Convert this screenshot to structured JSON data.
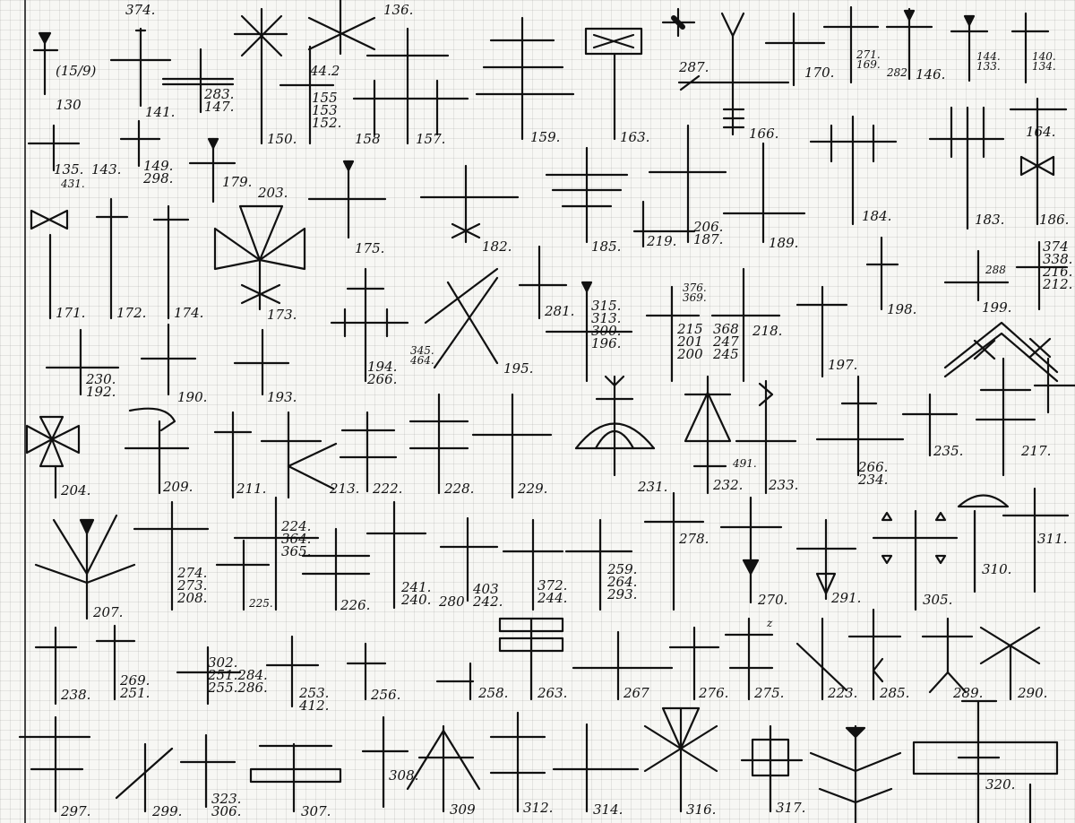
{
  "catalog": {
    "labels": [
      {
        "id": "130",
        "text": "130"
      },
      {
        "id": "15-9",
        "text": "(15/9)"
      },
      {
        "id": "141",
        "text": "141."
      },
      {
        "id": "283-147",
        "text": "283.\n147."
      },
      {
        "id": "150",
        "text": "150."
      },
      {
        "id": "44-2",
        "text": "44.2"
      },
      {
        "id": "155-153-152",
        "text": "155\n153\n152."
      },
      {
        "id": "158",
        "text": "158"
      },
      {
        "id": "157",
        "text": "157."
      },
      {
        "id": "136",
        "text": "136."
      },
      {
        "id": "374-top",
        "text": "374."
      },
      {
        "id": "159",
        "text": "159."
      },
      {
        "id": "163",
        "text": "163."
      },
      {
        "id": "287",
        "text": "287."
      },
      {
        "id": "166",
        "text": "166."
      },
      {
        "id": "170",
        "text": "170."
      },
      {
        "id": "271-169",
        "text": "271.\n169."
      },
      {
        "id": "282",
        "text": "282"
      },
      {
        "id": "146",
        "text": "146."
      },
      {
        "id": "144-133",
        "text": "144.\n133."
      },
      {
        "id": "140-134",
        "text": "140.\n134."
      },
      {
        "id": "164",
        "text": "164."
      },
      {
        "id": "135",
        "text": "135."
      },
      {
        "id": "143",
        "text": "143."
      },
      {
        "id": "431",
        "text": "431."
      },
      {
        "id": "149-298",
        "text": "149.\n298."
      },
      {
        "id": "179",
        "text": "179."
      },
      {
        "id": "203",
        "text": "203."
      },
      {
        "id": "175",
        "text": "175."
      },
      {
        "id": "182",
        "text": "182."
      },
      {
        "id": "185",
        "text": "185."
      },
      {
        "id": "219",
        "text": "219."
      },
      {
        "id": "206-187",
        "text": "206.\n187."
      },
      {
        "id": "189",
        "text": "189."
      },
      {
        "id": "184",
        "text": "184."
      },
      {
        "id": "183",
        "text": "183."
      },
      {
        "id": "186",
        "text": "186."
      },
      {
        "id": "171",
        "text": "171."
      },
      {
        "id": "172",
        "text": "172."
      },
      {
        "id": "174",
        "text": "174."
      },
      {
        "id": "173",
        "text": "173."
      },
      {
        "id": "194-266",
        "text": "194.\n266."
      },
      {
        "id": "345-464",
        "text": "345.\n464."
      },
      {
        "id": "195",
        "text": "195."
      },
      {
        "id": "281",
        "text": "281."
      },
      {
        "id": "315-313-300-196",
        "text": "315.\n313.\n300.\n196."
      },
      {
        "id": "376-369",
        "text": "376.\n369."
      },
      {
        "id": "215-201-200",
        "text": "215\n201\n200"
      },
      {
        "id": "368-247-245",
        "text": "368\n247\n245"
      },
      {
        "id": "218",
        "text": "218."
      },
      {
        "id": "197",
        "text": "197."
      },
      {
        "id": "198",
        "text": "198."
      },
      {
        "id": "288",
        "text": "288"
      },
      {
        "id": "199",
        "text": "199."
      },
      {
        "id": "374-338-216-212",
        "text": "374\n338.\n216.\n212."
      },
      {
        "id": "230-192",
        "text": "230.\n192."
      },
      {
        "id": "190",
        "text": "190."
      },
      {
        "id": "193",
        "text": "193."
      },
      {
        "id": "204",
        "text": "204."
      },
      {
        "id": "209",
        "text": "209."
      },
      {
        "id": "211",
        "text": "211."
      },
      {
        "id": "213",
        "text": "213."
      },
      {
        "id": "222",
        "text": "222."
      },
      {
        "id": "228",
        "text": "228."
      },
      {
        "id": "229",
        "text": "229."
      },
      {
        "id": "231",
        "text": "231."
      },
      {
        "id": "491",
        "text": "491."
      },
      {
        "id": "232",
        "text": "232."
      },
      {
        "id": "233",
        "text": "233."
      },
      {
        "id": "266-234",
        "text": "266.\n234."
      },
      {
        "id": "235",
        "text": "235."
      },
      {
        "id": "217",
        "text": "217."
      },
      {
        "id": "207",
        "text": "207."
      },
      {
        "id": "274-273-208",
        "text": "274.\n273.\n208."
      },
      {
        "id": "225",
        "text": "225."
      },
      {
        "id": "224-364-365",
        "text": "224.\n364.\n365."
      },
      {
        "id": "226",
        "text": "226."
      },
      {
        "id": "241-240",
        "text": "241.\n240."
      },
      {
        "id": "280",
        "text": "280"
      },
      {
        "id": "403-242",
        "text": "403\n242."
      },
      {
        "id": "372-244",
        "text": "372.\n244."
      },
      {
        "id": "259-264-293",
        "text": "259.\n264.\n293."
      },
      {
        "id": "278",
        "text": "278."
      },
      {
        "id": "270",
        "text": "270."
      },
      {
        "id": "291",
        "text": "291."
      },
      {
        "id": "305",
        "text": "305."
      },
      {
        "id": "310",
        "text": "310."
      },
      {
        "id": "311",
        "text": "311."
      },
      {
        "id": "238",
        "text": "238."
      },
      {
        "id": "269-251",
        "text": "269.\n251."
      },
      {
        "id": "302-251-255",
        "text": "302.\n251.284.\n255.286."
      },
      {
        "id": "253-412",
        "text": "253.\n412."
      },
      {
        "id": "256",
        "text": "256."
      },
      {
        "id": "258",
        "text": "258."
      },
      {
        "id": "263",
        "text": "263."
      },
      {
        "id": "267",
        "text": "267"
      },
      {
        "id": "276",
        "text": "276."
      },
      {
        "id": "z",
        "text": "z"
      },
      {
        "id": "275",
        "text": "275."
      },
      {
        "id": "223",
        "text": "223."
      },
      {
        "id": "285",
        "text": "285."
      },
      {
        "id": "289",
        "text": "289."
      },
      {
        "id": "290",
        "text": "290."
      },
      {
        "id": "297",
        "text": "297."
      },
      {
        "id": "299",
        "text": "299."
      },
      {
        "id": "323-306",
        "text": "323.\n306."
      },
      {
        "id": "307",
        "text": "307."
      },
      {
        "id": "308",
        "text": "308."
      },
      {
        "id": "309",
        "text": "309"
      },
      {
        "id": "312",
        "text": "312."
      },
      {
        "id": "314",
        "text": "314."
      },
      {
        "id": "316",
        "text": "316."
      },
      {
        "id": "317",
        "text": "317."
      },
      {
        "id": "320",
        "text": "320."
      }
    ]
  }
}
